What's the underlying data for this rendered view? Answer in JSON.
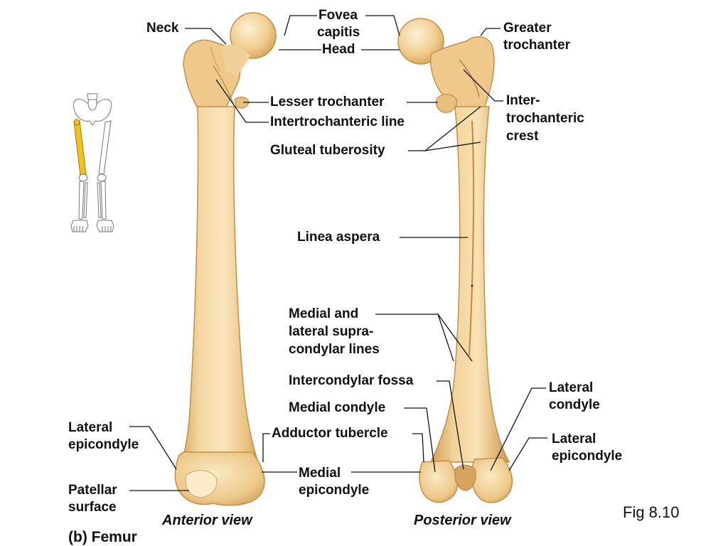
{
  "labels": {
    "neck": "Neck",
    "fovea": "Fovea",
    "capitis": "capitis",
    "head": "Head",
    "greater_1": "Greater",
    "greater_2": "trochanter",
    "lesser_troch": "Lesser trochanter",
    "intertroch_line": "Intertrochanteric line",
    "inter_crest_1": "Inter-",
    "inter_crest_2": "trochanteric",
    "inter_crest_3": "crest",
    "gluteal": "Gluteal tuberosity",
    "linea": "Linea aspera",
    "supra_1": "Medial and",
    "supra_2": "lateral supra-",
    "supra_3": "condylar lines",
    "intercondylar": "Intercondylar fossa",
    "med_condyle": "Medial condyle",
    "adductor": "Adductor tubercle",
    "lat_condyle_1": "Lateral",
    "lat_condyle_2": "condyle",
    "lat_epi_left_1": "Lateral",
    "lat_epi_left_2": "epicondyle",
    "lat_epi_right_1": "Lateral",
    "lat_epi_right_2": "epicondyle",
    "patellar_1": "Patellar",
    "patellar_2": "surface",
    "med_epi_1": "Medial",
    "med_epi_2": "epicondyle"
  },
  "views": {
    "anterior": "Anterior view",
    "posterior": "Posterior view"
  },
  "title": "(b) Femur",
  "figure_ref": "Fig 8.10",
  "colors": {
    "bone_fill": "#EFCF95",
    "bone_shade": "#D9A962",
    "bone_highlight": "#FBEAC6",
    "leader": "#111111",
    "femur_highlight": "#F2C21B"
  }
}
